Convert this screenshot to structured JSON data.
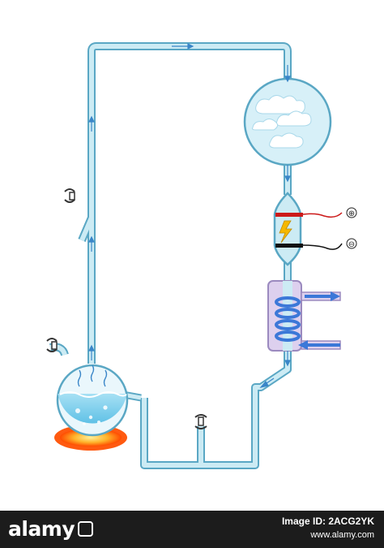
{
  "apparatus": {
    "electrode_positive_symbol": "⊕",
    "electrode_negative_symbol": "⊖",
    "spark_icon": "lightning-bolt-icon",
    "colors": {
      "glass_tube": "#ccebf4",
      "glass_outline": "#5aa7c4",
      "water": "#8fd6ef",
      "flow_arrow": "#3a86c8",
      "heat": "#ff6b1a",
      "electrode_positive": "#cc1a1a",
      "electrode_negative": "#111111",
      "condenser_jacket": "#ddd0ee",
      "coolant": "#3b78d8"
    }
  },
  "footer": {
    "brand": "alamy",
    "image_id": "Image ID: 2ACG2YK",
    "site": "www.alamy.com"
  }
}
